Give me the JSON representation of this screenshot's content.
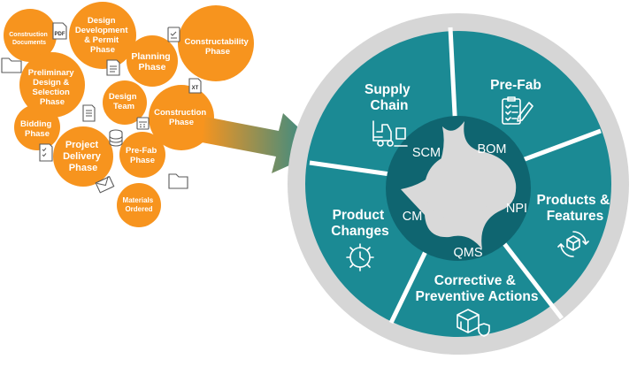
{
  "bubbles": {
    "construction_documents": [
      "Construction",
      "Documents"
    ],
    "design_development": [
      "Design",
      "Development",
      "& Permit",
      "Phase"
    ],
    "planning": [
      "Planning",
      "Phase"
    ],
    "constructability": [
      "Constructability",
      "Phase"
    ],
    "preliminary_design": [
      "Preliminary",
      "Design &",
      "Selection",
      "Phase"
    ],
    "design_team": [
      "Design",
      "Team"
    ],
    "construction": [
      "Construction",
      "Phase"
    ],
    "bidding": [
      "Bidding",
      "Phase"
    ],
    "project_delivery": [
      "Project",
      "Delivery",
      "Phase"
    ],
    "prefab_phase": [
      "Pre-Fab",
      "Phase"
    ],
    "materials_ordered": [
      "Materials",
      "Ordered"
    ]
  },
  "file_labels": {
    "pdf": "PDF",
    "txt": "XT"
  },
  "wheel": {
    "segments": {
      "supply_chain": [
        "Supply",
        "Chain"
      ],
      "prefab": [
        "Pre-Fab"
      ],
      "products_features": [
        "Products &",
        "Features"
      ],
      "corrective": [
        "Corrective &",
        "Preventive Actions"
      ],
      "product_changes": [
        "Product",
        "Changes"
      ]
    },
    "abbreviations": {
      "scm": "SCM",
      "bom": "BOM",
      "npi": "NPI",
      "qms": "QMS",
      "cm": "CM"
    }
  },
  "icons": {
    "supply_chain": "forklift-icon",
    "prefab": "checklist-pencil-icon",
    "products_features": "box-cycle-icon",
    "corrective": "box-shield-icon",
    "product_changes": "gear-clock-icon"
  },
  "colors": {
    "orange": "#F7941E",
    "teal": "#1B8A94",
    "teal_dark": "#0F6570",
    "ring": "#D6D6D6",
    "arrow_start": "#F7941E",
    "arrow_end": "#1B8A94"
  }
}
